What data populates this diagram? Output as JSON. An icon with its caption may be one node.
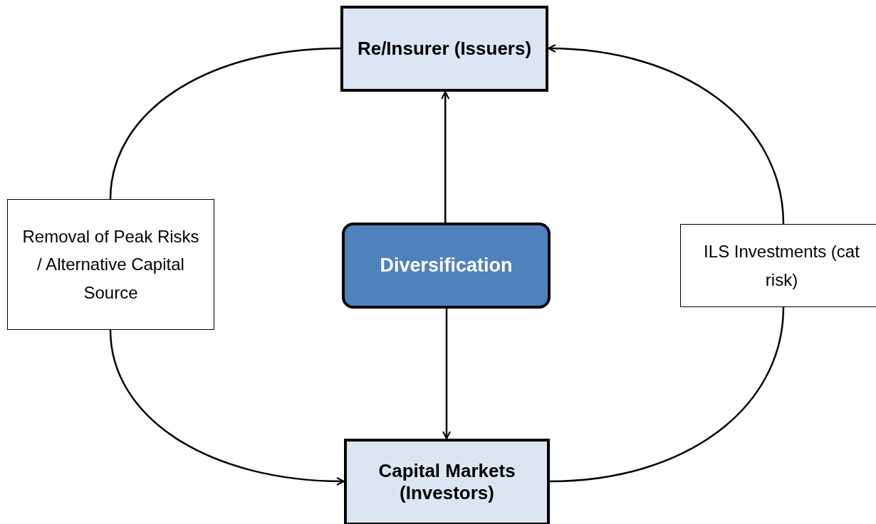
{
  "diagram": {
    "nodes": [
      {
        "text": [
          "Re/Insurer (Issuers)"
        ]
      },
      {
        "text": [
          "Removal of Peak Risks / Alternative Capital Source"
        ]
      },
      {
        "text": [
          "Diversification"
        ]
      },
      {
        "text": [
          "ILS Investments (cat risk)"
        ]
      },
      {
        "text": [
          "Capital Markets (Investors)"
        ]
      }
    ],
    "edges": [
      {
        "from": 2,
        "to": 0,
        "arrow": "to"
      },
      {
        "from": 2,
        "to": 4,
        "arrow": "to"
      },
      {
        "from": 0,
        "to": 1,
        "arrow": "none"
      },
      {
        "from": 1,
        "to": 4,
        "arrow": "to"
      },
      {
        "from": 4,
        "to": 3,
        "arrow": "none"
      },
      {
        "from": 3,
        "to": 0,
        "arrow": "to"
      }
    ]
  }
}
